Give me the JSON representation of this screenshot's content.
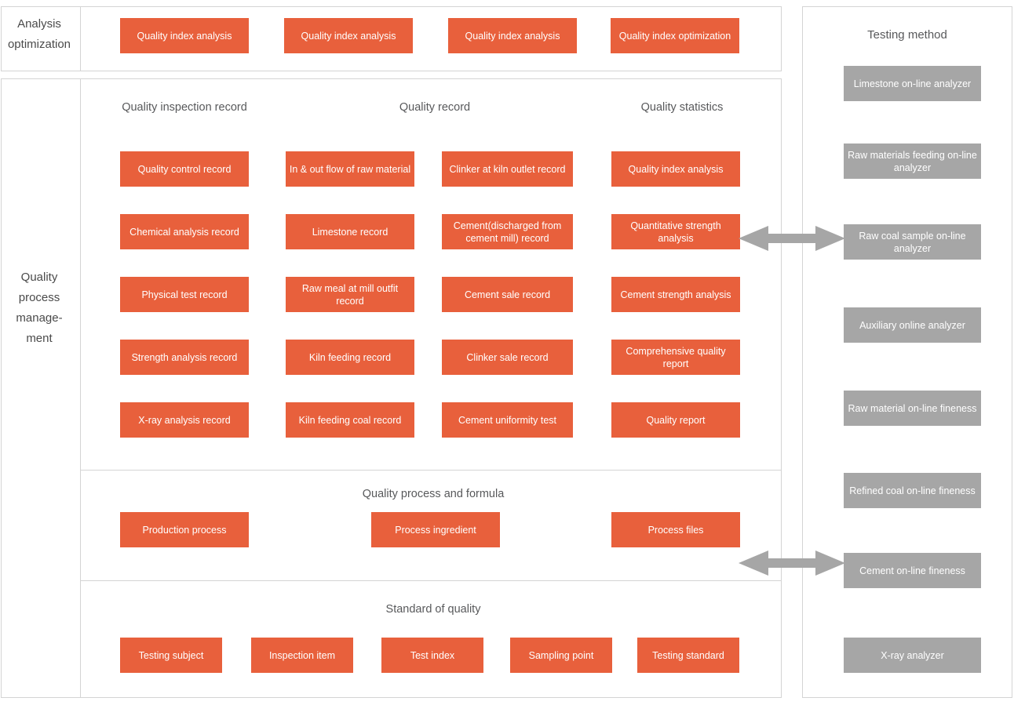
{
  "diagram": {
    "title_left_top": "Analysis\noptimization",
    "title_left_main": "Quality\nprocess\nmanage-\nment",
    "right_header": "Testing method"
  },
  "left_labels": {
    "analysis_optimization_line1": "Analysis",
    "analysis_optimization_line2": "optimization",
    "quality_line1": "Quality",
    "quality_line2": "process",
    "quality_line3": "manage-",
    "quality_line4": "ment"
  },
  "analysis_optimization": {
    "boxes": [
      {
        "label": "Quality index analysis"
      },
      {
        "label": "Quality index analysis"
      },
      {
        "label": "Quality index analysis"
      },
      {
        "label": "Quality index optimization"
      }
    ]
  },
  "quality_process_management": {
    "column_headings": [
      {
        "label": "Quality inspection record"
      },
      {
        "label": "Quality record"
      },
      {
        "label": "Quality statistics"
      }
    ],
    "col_inspection_record": [
      {
        "label": "Quality control record"
      },
      {
        "label": "Chemical analysis record"
      },
      {
        "label": "Physical test record"
      },
      {
        "label": "Strength analysis record"
      },
      {
        "label": "X-ray analysis record"
      }
    ],
    "col_quality_record_a": [
      {
        "label": "In & out flow of raw material"
      },
      {
        "label": "Limestone record"
      },
      {
        "label": "Raw meal at mill outfit record"
      },
      {
        "label": "Kiln feeding record"
      },
      {
        "label": "Kiln feeding coal record"
      }
    ],
    "col_quality_record_b": [
      {
        "label": "Clinker at kiln outlet record"
      },
      {
        "label": "Cement(discharged from cement mill) record"
      },
      {
        "label": "Cement sale record"
      },
      {
        "label": "Clinker sale record"
      },
      {
        "label": "Cement uniformity test"
      }
    ],
    "col_quality_statistics": [
      {
        "label": "Quality index analysis"
      },
      {
        "label": "Quantitative strength analysis"
      },
      {
        "label": "Cement strength analysis"
      },
      {
        "label": "Comprehensive quality report"
      },
      {
        "label": "Quality report"
      }
    ],
    "process_formula": {
      "heading": "Quality process and formula",
      "boxes": [
        {
          "label": "Production process"
        },
        {
          "label": "Process ingredient"
        },
        {
          "label": "Process files"
        }
      ]
    },
    "standard_of_quality": {
      "heading": "Standard of quality",
      "boxes": [
        {
          "label": "Testing subject"
        },
        {
          "label": "Inspection item"
        },
        {
          "label": "Test index"
        },
        {
          "label": "Sampling point"
        },
        {
          "label": "Testing standard"
        }
      ]
    }
  },
  "testing_method": {
    "heading": "Testing method",
    "boxes": [
      {
        "label": "Limestone  on-line analyzer"
      },
      {
        "label": "Raw materials feeding on-line analyzer"
      },
      {
        "label": "Raw coal sample on-line analyzer"
      },
      {
        "label": "Auxiliary online analyzer"
      },
      {
        "label": "Raw material on-line fineness"
      },
      {
        "label": "Refined coal on-line fineness"
      },
      {
        "label": "Cement on-line fineness"
      },
      {
        "label": "X-ray analyzer"
      }
    ]
  },
  "connectors": [
    {
      "name": "arrow-quantitative-strength-to-raw-coal",
      "type": "double-headed-arrow"
    },
    {
      "name": "arrow-process-files-to-cement-fineness",
      "type": "double-headed-arrow"
    }
  ],
  "colors": {
    "orange": "#E8603C",
    "gray": "#A6A6A6",
    "border": "#D4D4D4",
    "text_dark": "#58595B"
  }
}
